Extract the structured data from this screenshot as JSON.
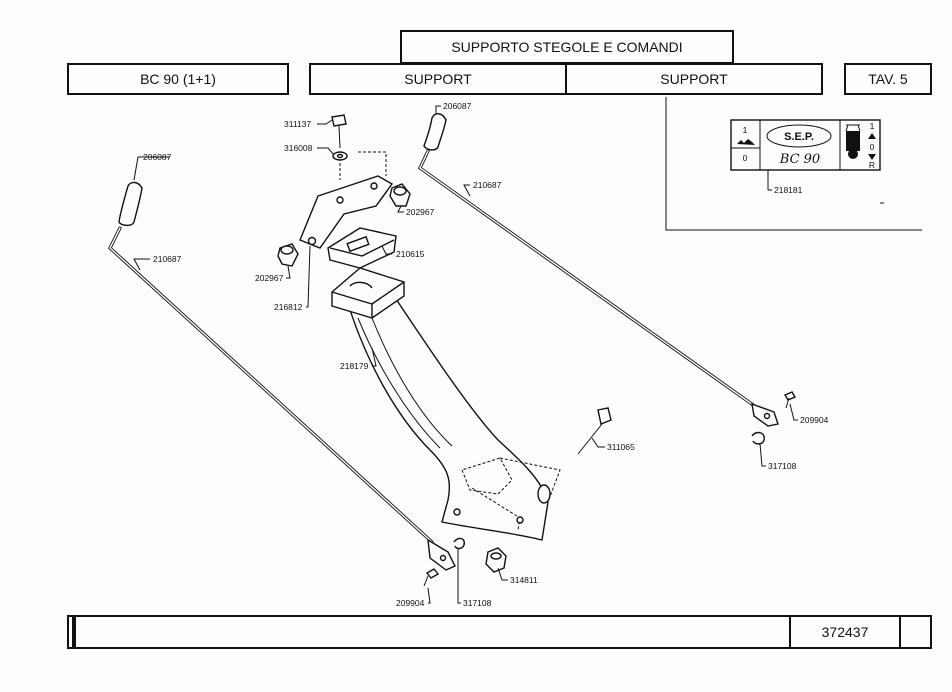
{
  "header": {
    "title": "SUPPORTO STEGOLE E COMANDI",
    "model": "BC 90 (1+1)",
    "support_left": "SUPPORT",
    "support_right": "SUPPORT",
    "table": "TAV. 5"
  },
  "decal": {
    "speed_1": "1",
    "speed_0": "0",
    "brand": "S.E.P.",
    "model_script": "BC 90",
    "dir_1": "1",
    "dir_0": "0",
    "dir_r": "R",
    "part_number": "218181"
  },
  "parts": {
    "p311137": "311137",
    "p316008": "316008",
    "p206087_left": "206087",
    "p210687_left": "210687",
    "p202967_right": "202967",
    "p210615": "210615",
    "p202967_left": "202967",
    "p216812": "216812",
    "p218179": "218179",
    "p206087_right": "206087",
    "p210687_right": "210687",
    "p209904_right": "209904",
    "p317108_right": "317108",
    "p311065": "311065",
    "p314811": "314811",
    "p209904_left": "209904",
    "p317108_left": "317108"
  },
  "footer": {
    "code": "372437"
  }
}
